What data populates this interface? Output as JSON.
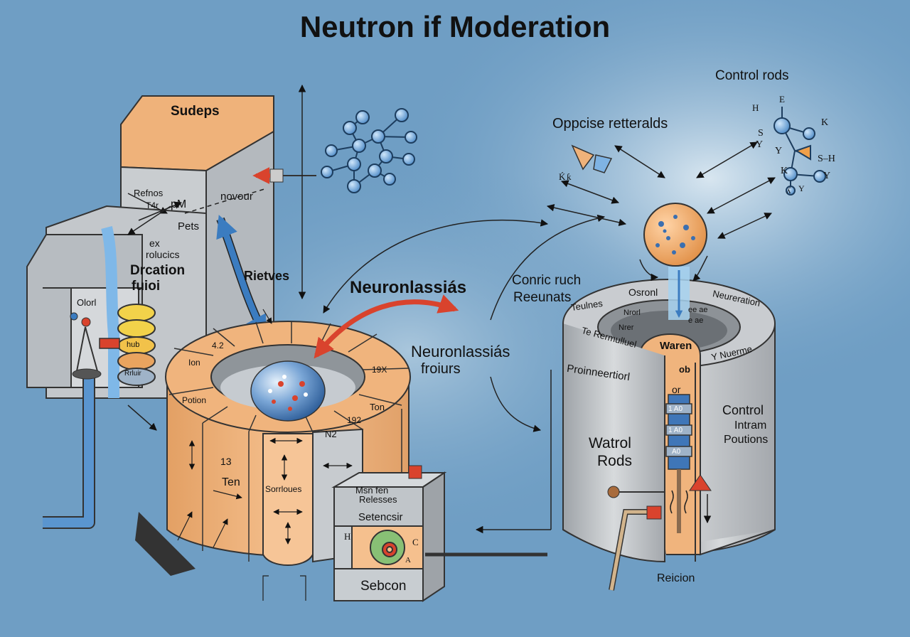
{
  "title": "Neutron if Moderation",
  "left_building": {
    "top_label": "Sudeps",
    "labels": [
      "Refnos",
      "T4r",
      "pM",
      "Pets",
      "ex",
      "rolucics",
      "novour",
      "Olorl",
      "hub"
    ],
    "duration_label_line1": "Drcation",
    "duration_label_line2": "fuioi",
    "pipe_label": "Rrluir"
  },
  "core": {
    "arrow_label": "Rietves",
    "segment_labels": [
      "4.2",
      "Ion",
      "Potion",
      "13",
      "Ten",
      "Sorrloues",
      "N2",
      "192",
      "Ton",
      "19X"
    ]
  },
  "center": {
    "flow_label": "Neuronlassiás",
    "sub_line1": "Neuronlassiás",
    "sub_line2": "froiurs"
  },
  "right_top": {
    "control_rods_title": "Control rods",
    "oppose_label": "Oppcise retteralds",
    "molecule_letters": [
      "H",
      "E",
      "K",
      "S",
      "Y",
      "Y",
      "S–H",
      "K",
      "Y",
      "ʎ",
      "Ḱ",
      "ƙ",
      "Y"
    ]
  },
  "right_vessel": {
    "conric_line1": "Conric ruch",
    "conric_line2": "Reeunats",
    "rim_labels": [
      "Teulnes",
      "Osronl",
      "Neureration",
      "Te Rermulluel",
      "Proinneertiorl",
      "Y Nuerme"
    ],
    "inner_labels": [
      "Nrorl",
      "ee ae",
      "e ae",
      "Nrer"
    ],
    "core_label_line1": "Waren",
    "core_label_line2": "ob",
    "watrol_line1": "Watrol",
    "watrol_line2": "Rods",
    "control_line1": "Control",
    "control_line2": "Intram",
    "control_line3": "Poutions",
    "rod_markers": [
      "1 A0",
      "1 A0",
      "A0"
    ],
    "bottom_label": "Reicion",
    "proinne_suffix": "or"
  },
  "box": {
    "top_line1": "Msn fen",
    "top_line2": "Relesses",
    "name": "Setencsir",
    "bottom": "Sebcon",
    "letters": [
      "H",
      "C",
      "A"
    ]
  }
}
